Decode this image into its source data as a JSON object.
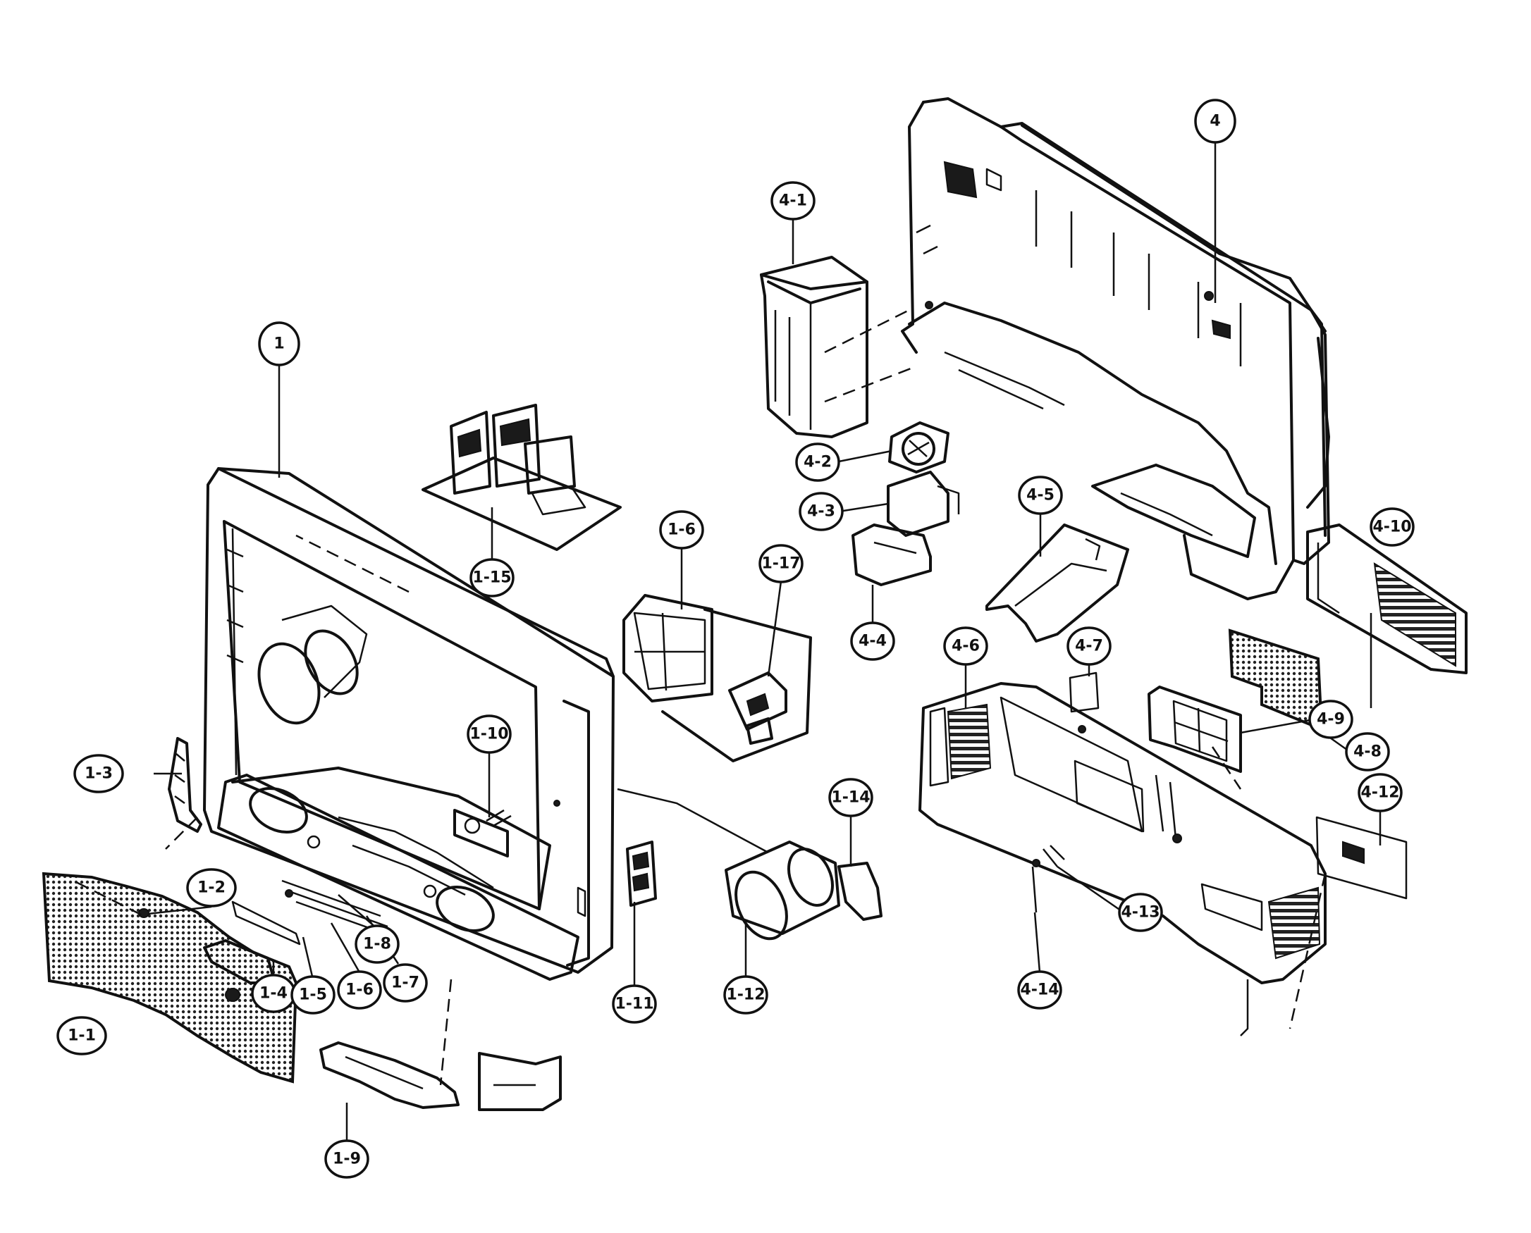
{
  "callouts": [
    {
      "id": "1",
      "label": "1"
    },
    {
      "id": "1-1",
      "label": "1-1"
    },
    {
      "id": "1-2",
      "label": "1-2"
    },
    {
      "id": "1-3",
      "label": "1-3"
    },
    {
      "id": "1-4",
      "label": "1-4"
    },
    {
      "id": "1-5",
      "label": "1-5"
    },
    {
      "id": "1-6a",
      "label": "1-6"
    },
    {
      "id": "1-6b",
      "label": "1-6"
    },
    {
      "id": "1-7",
      "label": "1-7"
    },
    {
      "id": "1-8",
      "label": "1-8"
    },
    {
      "id": "1-9",
      "label": "1-9"
    },
    {
      "id": "1-10",
      "label": "1-10"
    },
    {
      "id": "1-11",
      "label": "1-11"
    },
    {
      "id": "1-12",
      "label": "1-12"
    },
    {
      "id": "1-14",
      "label": "1-14"
    },
    {
      "id": "1-15",
      "label": "1-15"
    },
    {
      "id": "1-17",
      "label": "1-17"
    },
    {
      "id": "4",
      "label": "4"
    },
    {
      "id": "4-1",
      "label": "4-1"
    },
    {
      "id": "4-2",
      "label": "4-2"
    },
    {
      "id": "4-3",
      "label": "4-3"
    },
    {
      "id": "4-4",
      "label": "4-4"
    },
    {
      "id": "4-5",
      "label": "4-5"
    },
    {
      "id": "4-6",
      "label": "4-6"
    },
    {
      "id": "4-7",
      "label": "4-7"
    },
    {
      "id": "4-8",
      "label": "4-8"
    },
    {
      "id": "4-9",
      "label": "4-9"
    },
    {
      "id": "4-10",
      "label": "4-10"
    },
    {
      "id": "4-12",
      "label": "4-12"
    },
    {
      "id": "4-13",
      "label": "4-13"
    },
    {
      "id": "4-14",
      "label": "4-14"
    }
  ]
}
